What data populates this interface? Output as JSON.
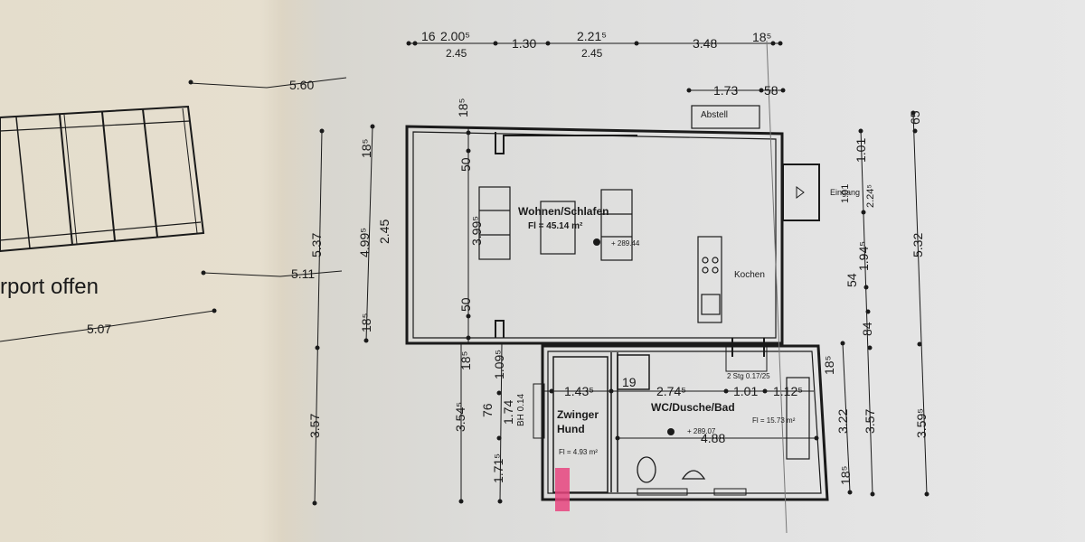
{
  "plan": {
    "carport_label": "rport offen",
    "rooms": {
      "wohnen": {
        "name": "Wohnen/Schlafen",
        "area": "Fl = 45.14 m²",
        "level": "+ 289.44"
      },
      "kochen": {
        "name": "Kochen"
      },
      "abstell": {
        "name": "Abstell"
      },
      "eingang": {
        "name": "Eingang"
      },
      "bad": {
        "name": "WC/Dusche/Bad",
        "area": "Fl = 15.73 m²",
        "level": "+ 289.07"
      },
      "zwinger": {
        "name": "Zwinger",
        "name2": "Hund",
        "area": "Fl = 4.93 m²"
      }
    },
    "annotations": {
      "stairs": "2 Stg 0.17/25",
      "sink_number": "19",
      "bh": "BH 0.14"
    },
    "dimensions": {
      "top_row": [
        "16",
        "2.00⁵",
        "1.30",
        "2.21⁵",
        "3.48",
        "18⁵"
      ],
      "top_row_sub": [
        "2.45",
        "2.45"
      ],
      "abstell_row": [
        "1.73",
        "58"
      ],
      "carport": [
        "5.60",
        "5.11",
        "5.07"
      ],
      "left_col1": [
        "5.37",
        "3.57"
      ],
      "left_col2": [
        "18⁵",
        "4.99⁵",
        "18⁵"
      ],
      "left_col2_sub": "2.45",
      "inner_left": [
        "18⁵",
        "50",
        "3.99⁵",
        "50"
      ],
      "lower_left": [
        "18⁵",
        "3.54⁵",
        "1.09⁵",
        "76",
        "1.74",
        "1.71⁵"
      ],
      "bath_horizontal": [
        "1.43⁵",
        "2.74⁵",
        "1.01",
        "1.12⁵",
        "4.88"
      ],
      "right_col1": [
        "18⁵",
        "3.22",
        "18⁵"
      ],
      "right_col2": [
        "1.01",
        "2.24⁵",
        "1.01",
        "1.94⁵",
        "54",
        "84",
        "3.57"
      ],
      "right_col3": [
        "65",
        "5.32",
        "3.59⁵"
      ]
    },
    "colors": {
      "highlight": "#e8457f",
      "ink": "#1a1a1a"
    }
  }
}
